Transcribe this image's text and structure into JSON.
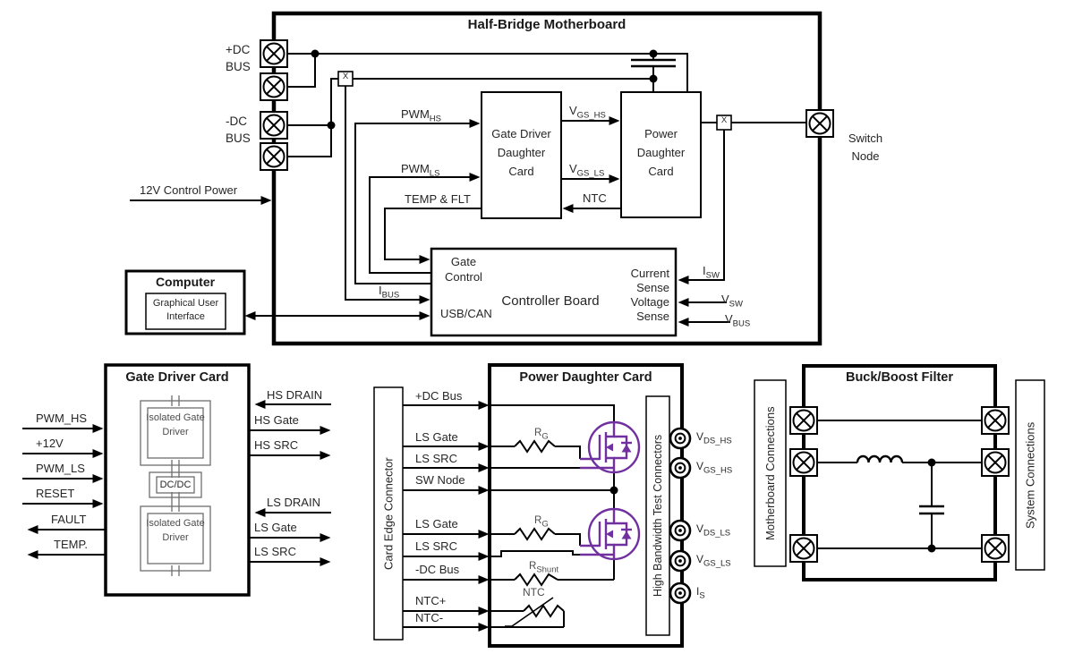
{
  "colors": {
    "line": "#000000",
    "mosfet": "#7030A0",
    "text": "#262626"
  },
  "motherboard": {
    "title": "Half-Bridge Motherboard",
    "dc_plus": {
      "l1": "+DC",
      "l2": "BUS"
    },
    "dc_minus": {
      "l1": "-DC",
      "l2": "BUS"
    },
    "control_power": "12V Control Power",
    "computer": {
      "title": "Computer",
      "gui": "Graphical User Interface"
    },
    "gate_driver_daughter_card": "Gate Driver Daughter Card",
    "power_daughter_card": "Power Daughter Card",
    "controller": {
      "name": "Controller Board",
      "gate_control": "Gate Control",
      "usb_can": "USB/CAN",
      "current_sense": "Current Sense",
      "voltage_sense": "Voltage Sense"
    },
    "switch_node": {
      "l1": "Switch",
      "l2": "Node"
    },
    "sensor_x": "X",
    "signals": {
      "pwm_hs": {
        "b": "PWM",
        "s": "HS"
      },
      "pwm_ls": {
        "b": "PWM",
        "s": "LS"
      },
      "temp_flt": {
        "b": "TEMP & FLT",
        "s": ""
      },
      "vgs_hs": {
        "b": "V",
        "s": "GS_HS"
      },
      "vgs_ls": {
        "b": "V",
        "s": "GS_LS"
      },
      "ntc": {
        "b": "NTC",
        "s": ""
      },
      "i_bus": {
        "b": "I",
        "s": "BUS"
      },
      "i_sw": {
        "b": "I",
        "s": "SW"
      },
      "v_sw": {
        "b": "V",
        "s": "SW"
      },
      "v_bus": {
        "b": "V",
        "s": "BUS"
      }
    }
  },
  "gate_driver_card": {
    "title": "Gate Driver Card",
    "inputs": [
      "PWM_HS",
      "+12V",
      "PWM_LS",
      "RESET"
    ],
    "outputs_left": [
      "FAULT",
      "TEMP."
    ],
    "right": [
      "HS DRAIN",
      "HS Gate",
      "HS SRC",
      "LS DRAIN",
      "LS Gate",
      "LS SRC"
    ],
    "isolated_gate_driver": "Isolated Gate Driver",
    "dcdc": "DC/DC"
  },
  "power_card": {
    "title": "Power Daughter Card",
    "card_edge": "Card Edge Connector",
    "hbtc": "High Bandwidth Test Connectors",
    "pins": [
      "+DC Bus",
      "LS Gate",
      "LS SRC",
      "SW Node",
      "LS Gate",
      "LS SRC",
      "-DC Bus",
      "NTC+",
      "NTC-"
    ],
    "rg": {
      "b": "R",
      "s": "G"
    },
    "rshunt": {
      "b": "R",
      "s": "Shunt"
    },
    "ntc": "NTC",
    "tests": [
      {
        "b": "V",
        "s": "DS_HS"
      },
      {
        "b": "V",
        "s": "GS_HS"
      },
      {
        "b": "V",
        "s": "DS_LS"
      },
      {
        "b": "V",
        "s": "GS_LS"
      },
      {
        "b": "I",
        "s": "S"
      }
    ]
  },
  "filter": {
    "title": "Buck/Boost Filter",
    "left": "Motherboard Connections",
    "right": "System Connections"
  }
}
